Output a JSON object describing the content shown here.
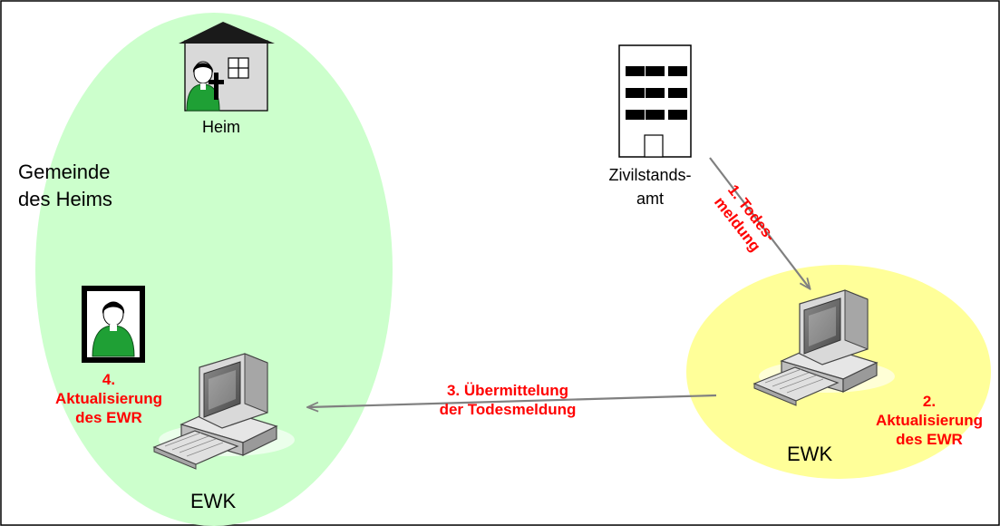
{
  "colors": {
    "left_region": "#ccffcc",
    "right_region": "#ffff99",
    "annotation": "#ff0000",
    "arrow": "#808080",
    "person": "#1fa035",
    "house": "#d9d9d9"
  },
  "nodes": {
    "heim_label": "Heim",
    "gemeinde_line1": "Gemeinde",
    "gemeinde_line2": "des Heims",
    "zivilstand_line1": "Zivilstands-",
    "zivilstand_line2": "amt",
    "ewk_left": "EWK",
    "ewk_right": "EWK"
  },
  "steps": {
    "step1_line1": "1. Todes-",
    "step1_line2": "meldung",
    "step2_line1": "2.",
    "step2_line2": "Aktualisierung",
    "step2_line3": "des EWR",
    "step3_line1": "3. Übermittelung",
    "step3_line2": "der Todesmeldung",
    "step4_line1": "4.",
    "step4_line2": "Aktualisierung",
    "step4_line3": "des EWR"
  },
  "icons": {
    "house": "house-icon",
    "office": "office-building-icon",
    "portrait": "portrait-icon",
    "computer": "computer-icon"
  }
}
